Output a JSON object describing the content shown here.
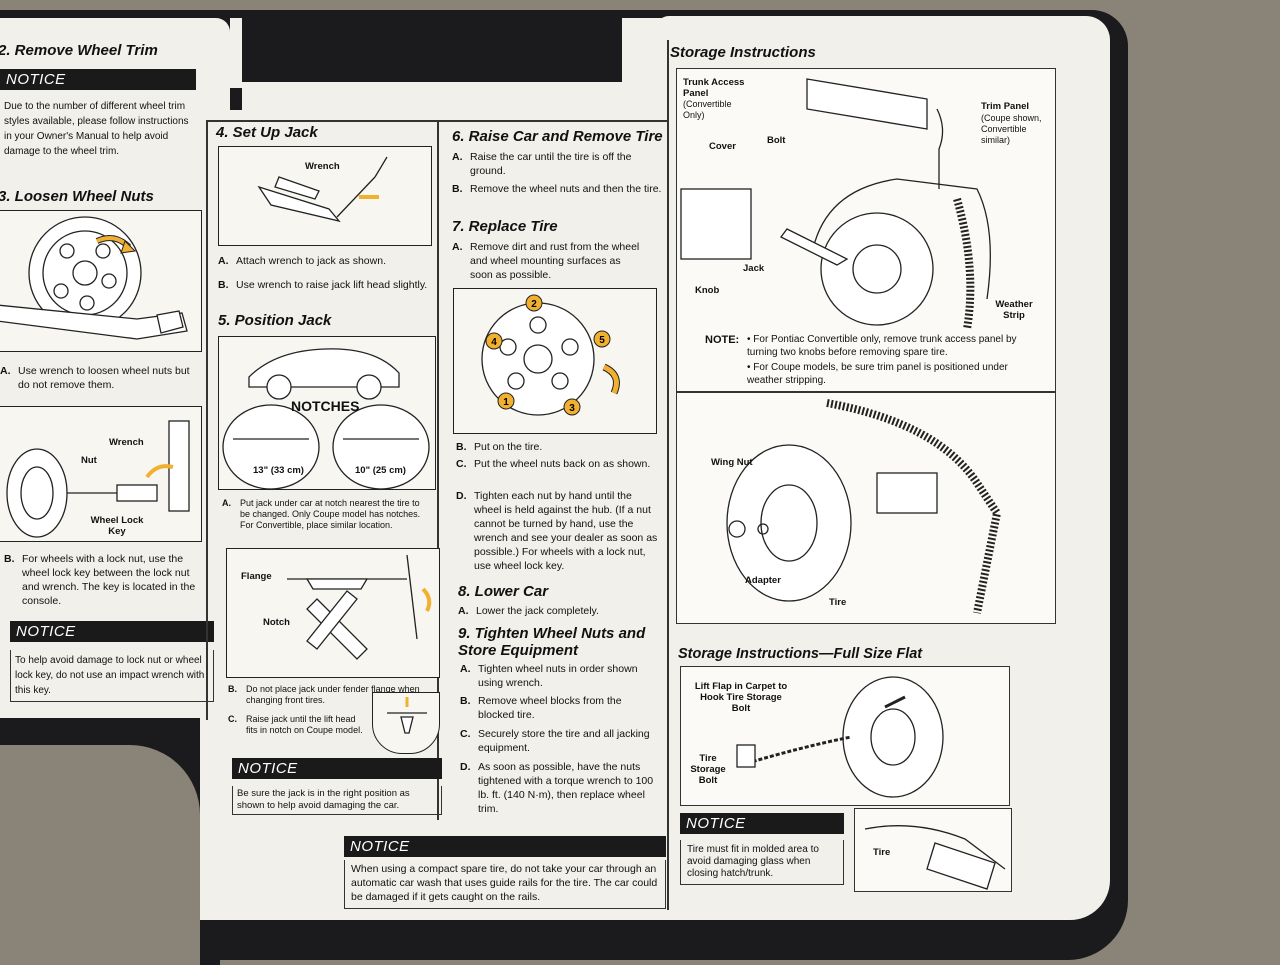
{
  "sec2": {
    "title": "2. Remove Wheel Trim",
    "notice_label": "NOTICE",
    "notice_text": "Due to the number of different wheel trim styles available, please follow instructions in your Owner's Manual to help avoid damage to the wheel trim."
  },
  "sec3": {
    "title": "3. Loosen Wheel Nuts",
    "stepA": "A.",
    "stepA_text": "Use wrench to loosen wheel nuts but do not remove them.",
    "fig_wrench": "Wrench",
    "fig_nut": "Nut",
    "fig_lockkey": "Wheel Lock Key",
    "stepB": "B.",
    "stepB_text": "For wheels with a lock nut, use the wheel lock key between the lock nut and wrench. The key is located in the console.",
    "notice_label": "NOTICE",
    "notice_text": "To help avoid damage to lock nut or wheel lock key, do not use an impact wrench with this key."
  },
  "sec4": {
    "title": "4. Set Up Jack",
    "fig_wrench": "Wrench",
    "stepA": "A.",
    "stepA_text": "Attach wrench to jack as shown.",
    "stepB": "B.",
    "stepB_text": "Use wrench to raise jack lift head slightly."
  },
  "sec5": {
    "title": "5. Position Jack",
    "fig_notches": "NOTCHES",
    "fig_front": "13\" (33 cm)",
    "fig_rear": "10\" (25 cm)",
    "stepA": "A.",
    "stepA_text": "Put jack under car at notch nearest the tire to be changed. Only Coupe model has notches. For Convertible, place similar location.",
    "fig_flange": "Flange",
    "fig_notch": "Notch",
    "stepB": "B.",
    "stepB_text": "Do not place jack under fender flange when changing front tires.",
    "stepC": "C.",
    "stepC_text": "Raise jack until the lift head fits in notch on Coupe model.",
    "notice_label": "NOTICE",
    "notice_text": "Be sure the jack is in the right position as shown to help avoid damaging the car."
  },
  "sec6": {
    "title": "6. Raise Car and Remove Tire",
    "stepA": "A.",
    "stepA_text": "Raise the car until the tire is off the ground.",
    "stepB": "B.",
    "stepB_text": "Remove the wheel nuts and then the tire."
  },
  "sec7": {
    "title": "7. Replace Tire",
    "stepA": "A.",
    "stepA_text": "Remove dirt and rust from the wheel and wheel mounting surfaces as soon as possible.",
    "badges": [
      "1",
      "2",
      "3",
      "4",
      "5"
    ],
    "stepB": "B.",
    "stepB_text": "Put on the tire.",
    "stepC": "C.",
    "stepC_text": "Put the wheel nuts back on as shown.",
    "stepD": "D.",
    "stepD_text": "Tighten each nut by hand until the wheel is held against the hub. (If a nut cannot be turned by hand, use the wrench and see your dealer as soon as possible.) For wheels with a lock nut, use wheel lock key."
  },
  "sec8": {
    "title": "8. Lower Car",
    "stepA": "A.",
    "stepA_text": "Lower the jack completely."
  },
  "sec9": {
    "title": "9. Tighten Wheel Nuts and Store Equipment",
    "stepA": "A.",
    "stepA_text": "Tighten wheel nuts in order shown using wrench.",
    "stepB": "B.",
    "stepB_text": "Remove wheel blocks from the blocked tire.",
    "stepC": "C.",
    "stepC_text": "Securely store the tire and all jacking equipment.",
    "stepD": "D.",
    "stepD_text": "As soon as possible, have the nuts tightened with a torque wrench to 100 lb. ft. (140 N·m), then replace wheel trim."
  },
  "bottom_notice": {
    "label": "NOTICE",
    "text": "When using a compact spare tire, do not take your car through an automatic car wash that uses guide rails for the tire. The car could be damaged if it gets caught on the rails."
  },
  "storage": {
    "title": "Storage Instructions",
    "fig_trunk_panel": "Trunk Access Panel",
    "fig_trunk_panel_note": "(Convertible Only)",
    "fig_cover": "Cover",
    "fig_bolt": "Bolt",
    "fig_trim_panel": "Trim Panel",
    "fig_trim_panel_note": "(Coupe shown, Convertible similar)",
    "fig_jack": "Jack",
    "fig_knob": "Knob",
    "fig_weather_strip": "Weather Strip",
    "note_label": "NOTE:",
    "note_1": "For Pontiac Convertible only, remove trunk access panel by turning two knobs before removing spare tire.",
    "note_2": "For Coupe models, be sure trim panel is positioned under weather stripping.",
    "fig_wing_nut": "Wing Nut",
    "fig_adapter": "Adapter",
    "fig_tire": "Tire"
  },
  "fullsize": {
    "title": "Storage Instructions—Full Size Flat",
    "fig_lift_flap": "Lift Flap in Carpet to Hook Tire Storage Bolt",
    "fig_storage_bolt": "Tire Storage Bolt",
    "notice_label": "NOTICE",
    "notice_text": "Tire must fit in molded area to avoid damaging glass when closing hatch/trunk.",
    "fig_tire": "Tire"
  }
}
